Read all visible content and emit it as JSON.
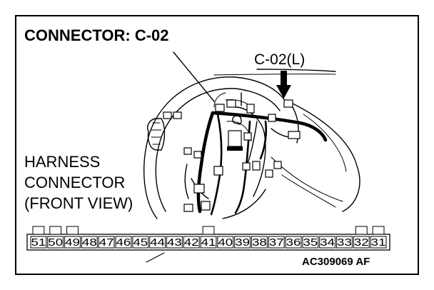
{
  "title": "CONNECTOR: C-02",
  "callout": "C-02(L)",
  "harness_label": {
    "line1": "HARNESS",
    "line2": "CONNECTOR",
    "line3": "(FRONT VIEW)"
  },
  "connector": {
    "pins": [
      "51",
      "50",
      "49",
      "48",
      "47",
      "46",
      "45",
      "44",
      "43",
      "42",
      "41",
      "40",
      "39",
      "38",
      "37",
      "36",
      "35",
      "34",
      "33",
      "32",
      "31"
    ],
    "tabbed_pins": [
      "51",
      "50",
      "49",
      "41",
      "32",
      "31"
    ]
  },
  "reference_code": "AC309069 AF"
}
